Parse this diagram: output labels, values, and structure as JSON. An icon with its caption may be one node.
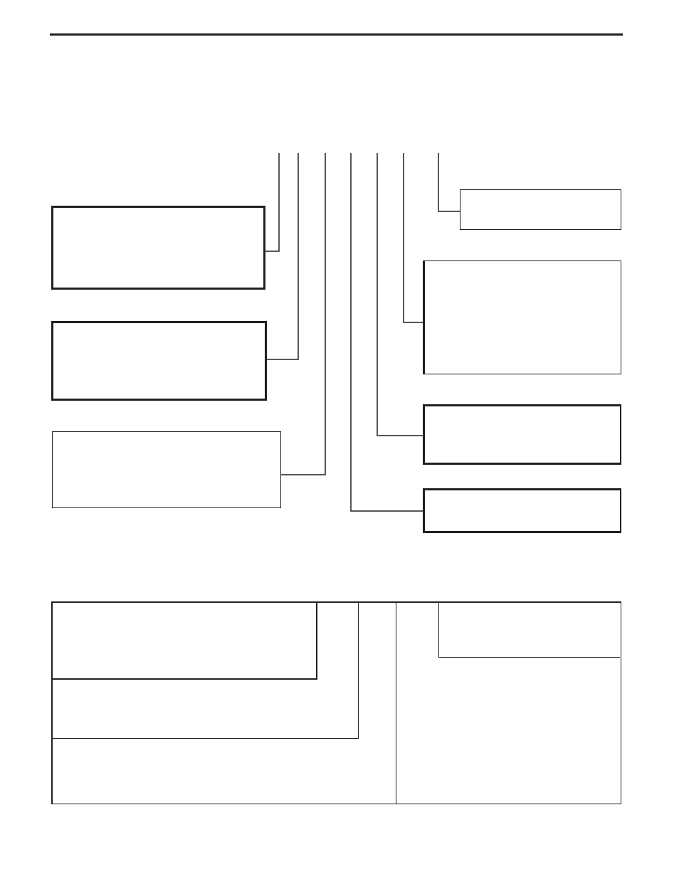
{
  "diagram": {
    "nodes": [
      {
        "text": [],
        "shape": "box"
      },
      {
        "text": [],
        "shape": "box"
      },
      {
        "text": [],
        "shape": "box"
      },
      {
        "text": [],
        "shape": "box"
      },
      {
        "text": [],
        "shape": "box"
      },
      {
        "text": [],
        "shape": "box"
      },
      {
        "text": [],
        "shape": "box"
      },
      {
        "text": [],
        "shape": "box"
      },
      {
        "text": [],
        "shape": "box",
        "in": 7
      },
      {
        "text": [],
        "shape": "box",
        "in": 8
      },
      {
        "text": [],
        "shape": "box",
        "in": 9
      },
      {
        "text": [],
        "shape": "box",
        "in": 7
      },
      {
        "text": [],
        "shape": "box",
        "in": 11
      }
    ],
    "edges": [
      {
        "from": null,
        "to": 0,
        "arrow": "none"
      },
      {
        "from": null,
        "to": 1,
        "arrow": "none"
      },
      {
        "from": null,
        "to": 2,
        "arrow": "none"
      },
      {
        "from": null,
        "to": 6,
        "arrow": "none"
      },
      {
        "from": null,
        "to": 5,
        "arrow": "none"
      },
      {
        "from": null,
        "to": 4,
        "arrow": "none"
      },
      {
        "from": null,
        "to": 3,
        "arrow": "none"
      }
    ]
  }
}
